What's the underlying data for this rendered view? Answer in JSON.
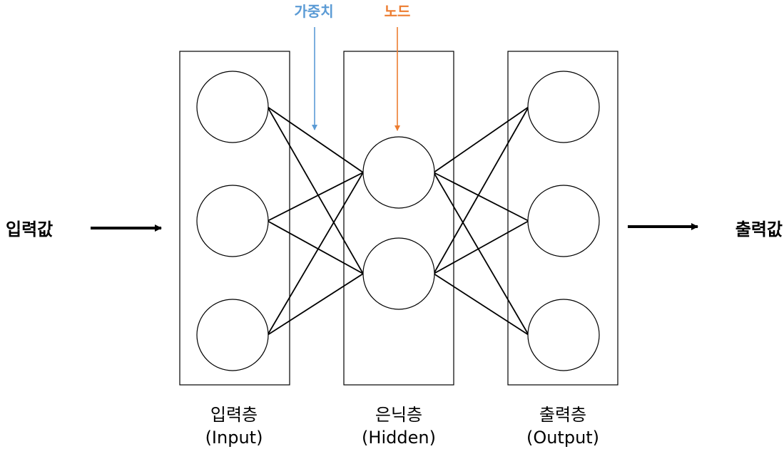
{
  "io": {
    "input_label": "입력값",
    "output_label": "출력값"
  },
  "layers": [
    {
      "name": "입력층",
      "sub": "(Input)",
      "node_count": 3
    },
    {
      "name": "은닉층",
      "sub": "(Hidden)",
      "node_count": 2
    },
    {
      "name": "출력층",
      "sub": "(Output)",
      "node_count": 3
    }
  ],
  "annotations": {
    "weight": {
      "label": "가중치",
      "color": "#5b9bd5"
    },
    "node": {
      "label": "노드",
      "color": "#ed7d31"
    }
  },
  "colors": {
    "stroke": "#000000",
    "background": "#ffffff"
  }
}
